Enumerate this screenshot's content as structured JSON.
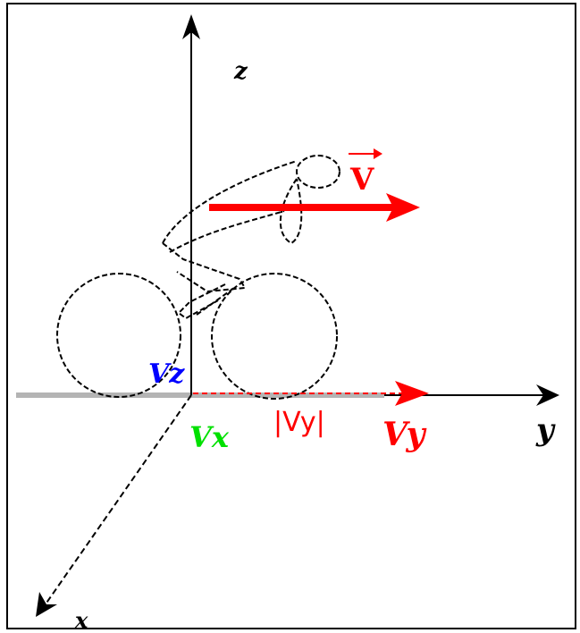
{
  "labels": {
    "axis_z": "z",
    "axis_y": "y",
    "axis_x": "x",
    "velocity": "V",
    "vz": "Vz",
    "vx": "Vx",
    "abs_vy": "|Vy|",
    "vy": "Vy"
  },
  "colors": {
    "frame": "#000000",
    "axes": "#000000",
    "ground": "#b4b4b4",
    "velocity": "#ff0000",
    "vz": "#0000ff",
    "vx": "#00e000",
    "vy": "#ff0000"
  },
  "icons": {
    "velocity_vector_arrow": "vector-arrow-icon",
    "cyclist": "cyclist-figure"
  }
}
